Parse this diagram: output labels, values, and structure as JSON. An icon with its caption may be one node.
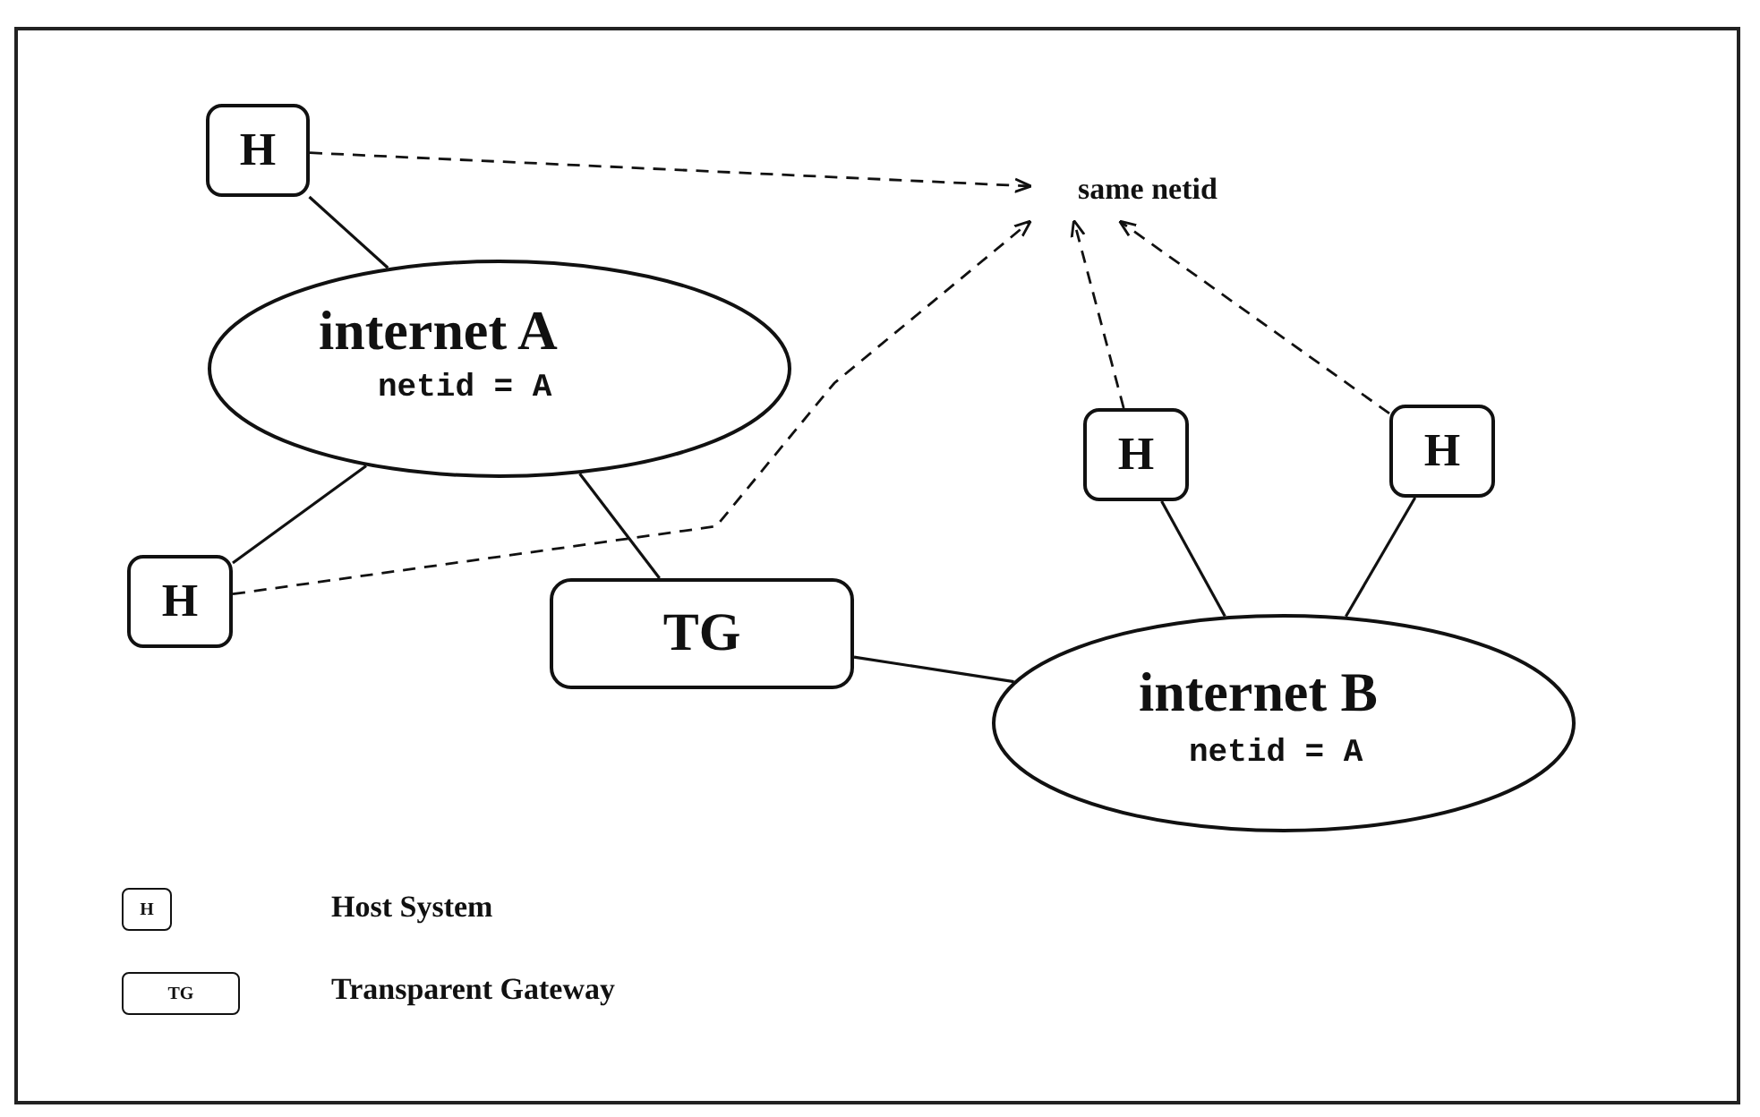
{
  "diagram": {
    "nodes": [
      {
        "text": [
          "H"
        ]
      },
      {
        "text": [
          "internet A",
          "netid = A"
        ]
      },
      {
        "text": [
          "H"
        ]
      },
      {
        "text": [
          "TG"
        ]
      },
      {
        "text": [
          "same netid"
        ]
      },
      {
        "text": [
          "H"
        ]
      },
      {
        "text": [
          "H"
        ]
      },
      {
        "text": [
          "internet B",
          "netid = A"
        ]
      }
    ],
    "edges": [
      {
        "from": 0,
        "to": 1,
        "arrow": "none"
      },
      {
        "from": 1,
        "to": 2,
        "arrow": "none"
      },
      {
        "from": 1,
        "to": 3,
        "arrow": "none"
      },
      {
        "from": 3,
        "to": 7,
        "arrow": "none"
      },
      {
        "from": 5,
        "to": 7,
        "arrow": "none"
      },
      {
        "from": 6,
        "to": 7,
        "arrow": "none"
      },
      {
        "from": 0,
        "to": 4,
        "arrow": "to",
        "style": "dashed"
      },
      {
        "from": 2,
        "to": 4,
        "arrow": "to",
        "style": "dashed"
      },
      {
        "from": 5,
        "to": 4,
        "arrow": "to",
        "style": "dashed"
      },
      {
        "from": 6,
        "to": 4,
        "arrow": "to",
        "style": "dashed"
      }
    ],
    "labels": [
      "H",
      "TG"
    ],
    "legend": [
      {
        "text": "Host System"
      },
      {
        "text": "Transparent Gateway"
      }
    ]
  }
}
